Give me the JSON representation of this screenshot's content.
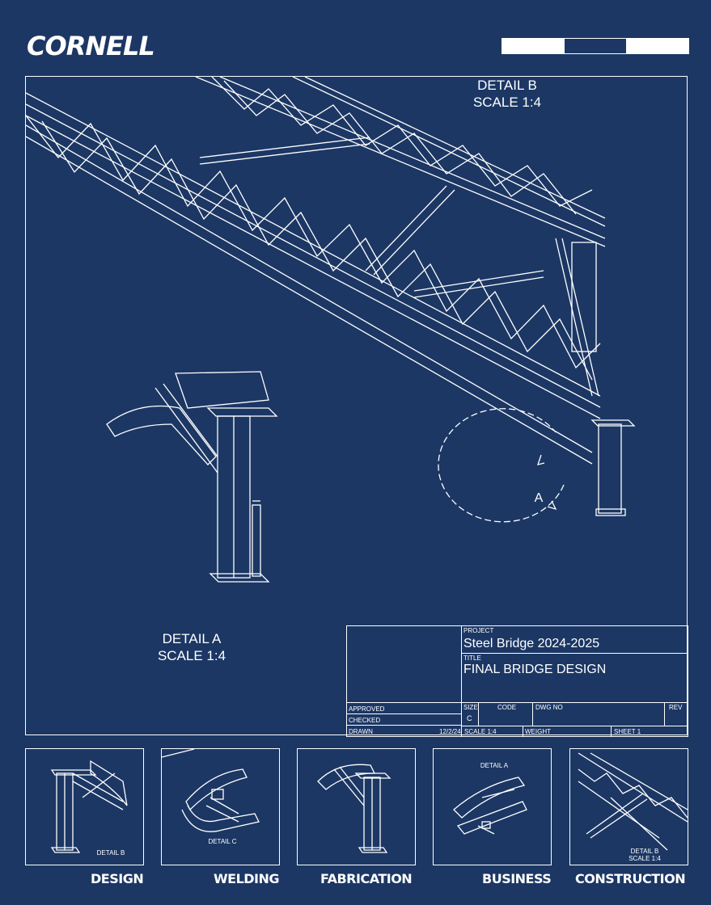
{
  "logo": "CORNELL",
  "details": {
    "b_title": "DETAIL B",
    "b_scale": "SCALE 1:4",
    "a_title": "DETAIL A",
    "a_scale": "SCALE 1:4",
    "callout": "A"
  },
  "title_block": {
    "project_label": "PROJECT",
    "project": "Steel Bridge 2024-2025",
    "title_label": "TITLE",
    "title": "FINAL BRIDGE DESIGN",
    "approved": "APPROVED",
    "checked": "CHECKED",
    "drawn": "DRAWN",
    "date": "12/2/24",
    "size_label": "SIZE",
    "size": "C",
    "code_label": "CODE",
    "dwg_label": "DWG NO",
    "rev_label": "REV",
    "scale": "SCALE 1:4",
    "weight": "WEIGHT",
    "sheet": "SHEET 1"
  },
  "thumbnails": [
    {
      "caption": "DETAIL B"
    },
    {
      "caption": "DETAIL C"
    },
    {
      "caption": ""
    },
    {
      "caption": "DETAIL A"
    },
    {
      "caption": "DETAIL B",
      "caption2": "SCALE 1:4"
    }
  ],
  "categories": [
    "DESIGN",
    "WELDING",
    "FABRICATION",
    "BUSINESS",
    "CONSTRUCTION"
  ],
  "colors": {
    "background": "#1c3764",
    "line": "#ffffff"
  }
}
